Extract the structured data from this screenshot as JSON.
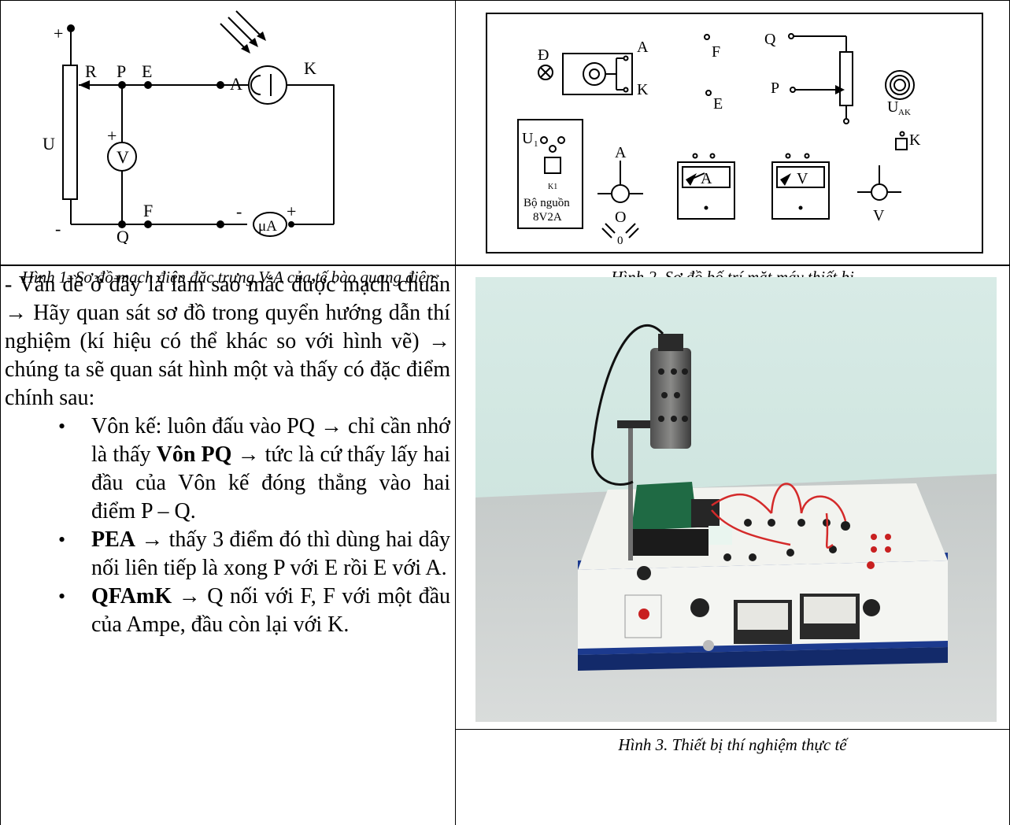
{
  "fig1": {
    "caption": "Hình 1. Sơ đồ mạch điện đặc trưng V-A của tế bào quang điện",
    "labels": {
      "plus_top": "+",
      "R": "R",
      "P": "P",
      "E": "E",
      "A": "A",
      "K": "K",
      "U": "U",
      "V_plus": "+",
      "V": "V",
      "minus_bottom": "-",
      "Q": "Q",
      "F": "F",
      "uA_minus": "-",
      "uA": "μA",
      "uA_plus": "+"
    }
  },
  "fig2": {
    "caption": "Hình 2. Sơ đồ bố trí mặt máy thiết bị",
    "labels": {
      "D": "Đ",
      "A1": "A",
      "K1": "K",
      "F": "F",
      "E": "E",
      "Q": "Q",
      "P": "P",
      "U_AK_main": "U",
      "U_AK_sub": "AK",
      "K2": "K",
      "U1_main": "U",
      "U1_sub": "1",
      "K1_small": "K1",
      "power1": "Bộ nguồn",
      "power2": "8V2A",
      "A2": "A",
      "O": "O",
      "zero": "0",
      "ammeter": "A",
      "voltmeter": "V",
      "V2": "V"
    }
  },
  "fig3": {
    "caption": "Hình 3. Thiết bị thí nghiệm thực tế"
  },
  "text": {
    "intro": "- Vấn đề ở đây là làm sao mắc được mạch chuẩn → Hãy quan sát sơ đồ trong quyển hướng dẫn thí nghiệm (kí hiệu có thể khác so với hình vẽ) → chúng ta sẽ quan sát hình một và thấy có đặc điểm chính sau:",
    "bullets": [
      {
        "pre": "Vôn kế: luôn đấu vào PQ → chỉ cần nhớ là thấy ",
        "bold": "Vôn PQ",
        "post": " → tức là cứ thấy lấy hai đầu của Vôn kế đóng thẳng vào hai điểm P – Q."
      },
      {
        "pre": "",
        "bold": "PEA",
        "post": " → thấy 3 điểm đó thì dùng hai dây nối liên tiếp là xong P với E rồi E với A."
      },
      {
        "pre": "",
        "bold": "QFAmK",
        "post": " → Q nối với F, F với một đầu của Ampe, đầu còn lại với K."
      }
    ],
    "bullet_symbol": "•"
  }
}
